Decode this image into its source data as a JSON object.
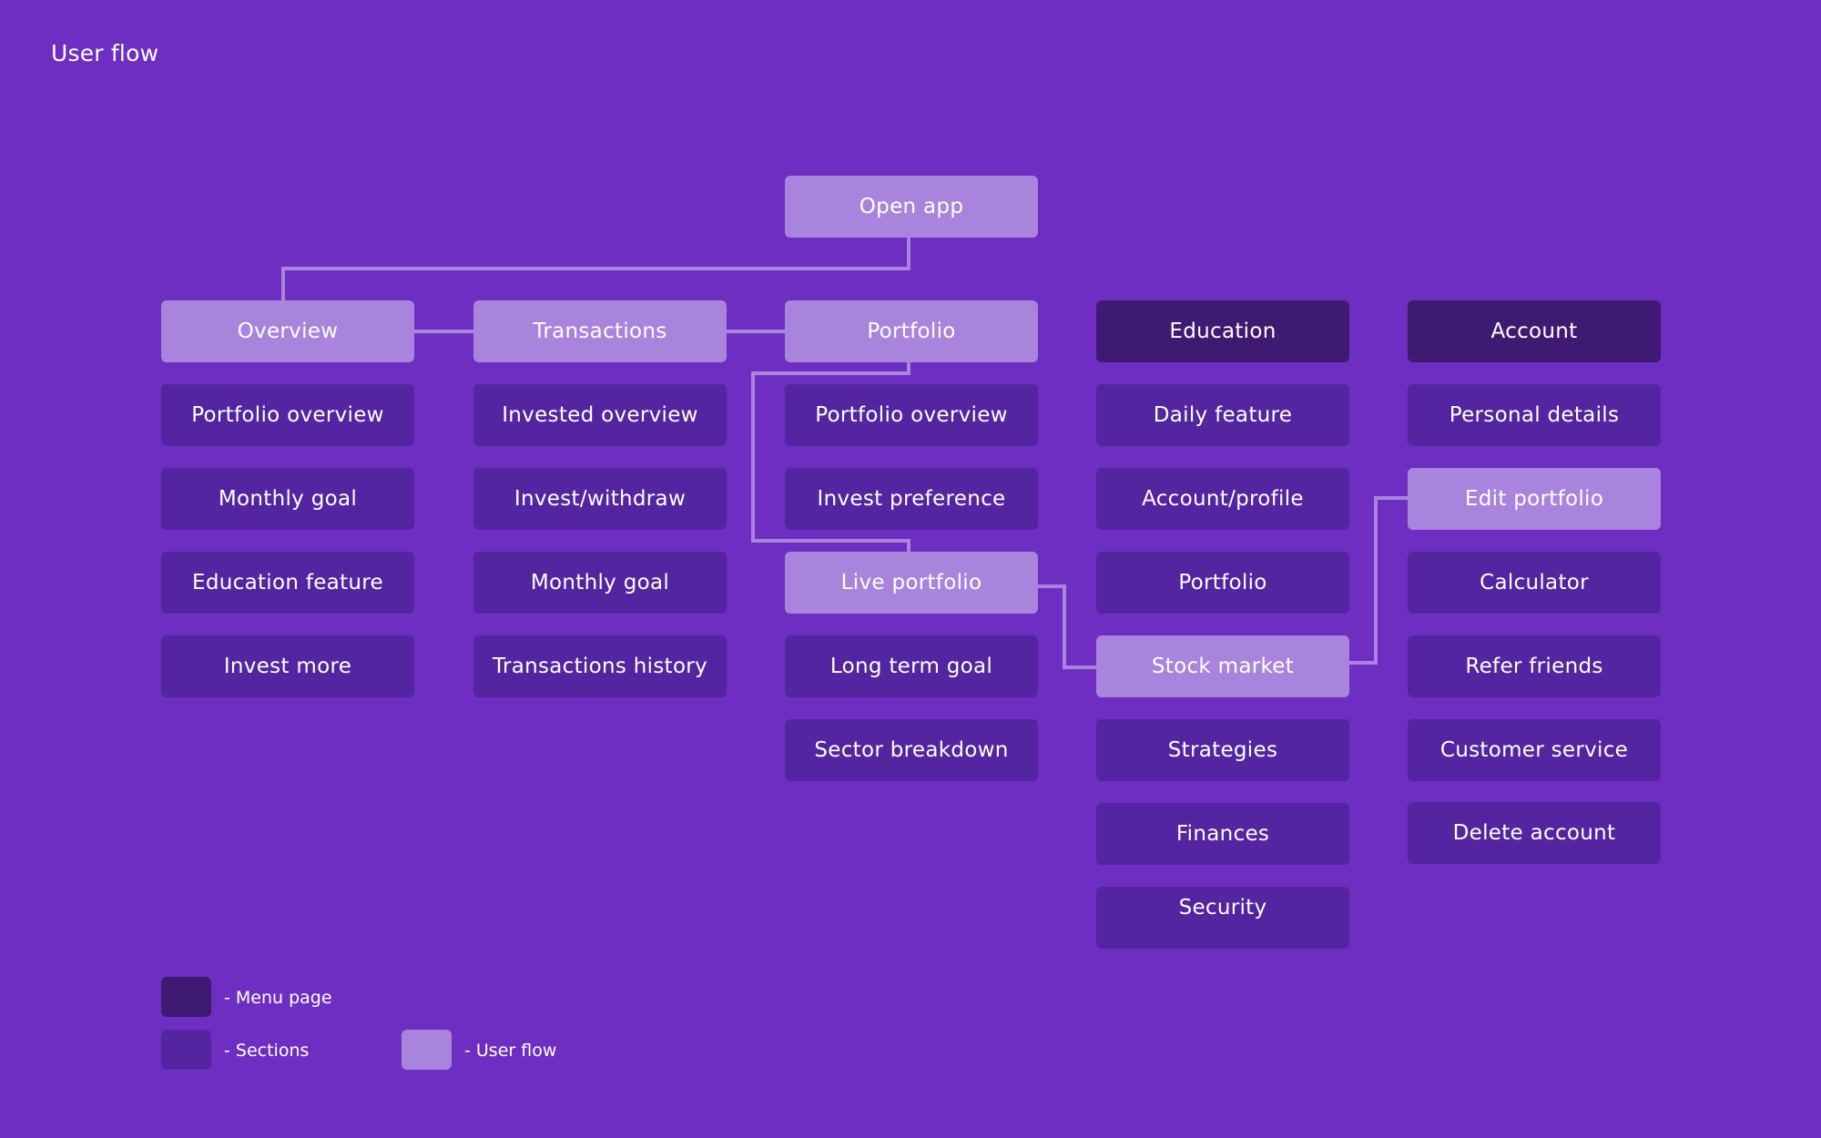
{
  "title": "User flow",
  "colors": {
    "background": "#6e2ec1",
    "user_flow": "#a884dc",
    "menu_page": "#3f1a72",
    "sections": "#5325a0",
    "connector": "#a884dc"
  },
  "nodes": {
    "open_app": "Open app",
    "overview": "Overview",
    "transactions": "Transactions",
    "portfolio": "Portfolio",
    "education": "Education",
    "account": "Account"
  },
  "columns": {
    "overview": [
      "Portfolio overview",
      "Monthly goal",
      "Education feature",
      "Invest more"
    ],
    "transactions": [
      "Invested overview",
      "Invest/withdraw",
      "Monthly goal",
      "Transactions history"
    ],
    "portfolio": [
      "Portfolio overview",
      "Invest preference",
      "Live portfolio",
      "Long term goal",
      "Sector breakdown"
    ],
    "education": [
      "Daily feature",
      "Account/profile",
      "Portfolio",
      "Stock market",
      "Strategies",
      "Finances",
      "Security"
    ],
    "account": [
      "Personal details",
      "Edit portfolio",
      "Calculator",
      "Refer friends",
      "Customer service",
      "Delete account"
    ]
  },
  "legend": {
    "menu_page": "- Menu page",
    "sections": "- Sections",
    "user_flow": "- User flow"
  }
}
